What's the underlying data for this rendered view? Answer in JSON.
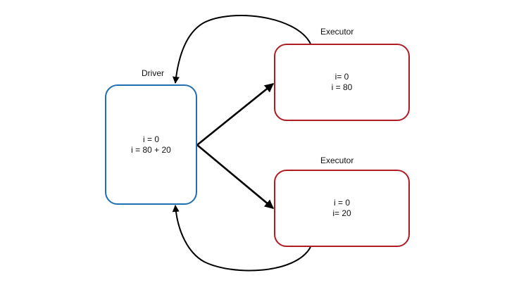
{
  "diagram": {
    "driver": {
      "title": "Driver",
      "lines": [
        "i = 0",
        "i = 80 + 20"
      ],
      "border_color": "#1f6fb2"
    },
    "executors": [
      {
        "title": "Executor",
        "lines": [
          "i= 0",
          "i = 80"
        ],
        "border_color": "#b01c24"
      },
      {
        "title": "Executor",
        "lines": [
          "i = 0",
          "i= 20"
        ],
        "border_color": "#b01c24"
      }
    ],
    "edge_color": "#000000"
  }
}
